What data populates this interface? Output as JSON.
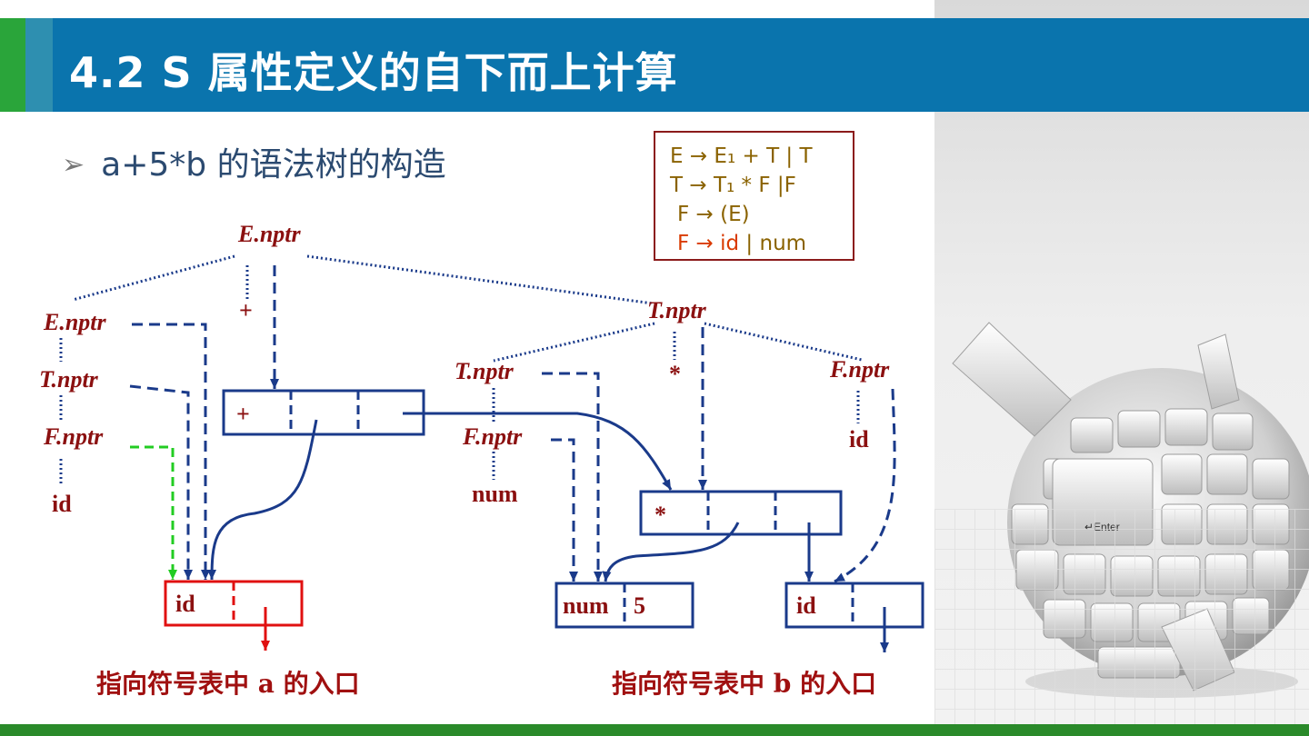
{
  "slide": {
    "title": "4.2 S 属性定义的自下而上计算",
    "bullet": "a+5*b 的语法树的构造"
  },
  "grammar": {
    "rule1": "E → E₁ + T | T",
    "rule2": "T → T₁ * F |F",
    "rule3": "F → (E)",
    "rule4_head": "F → id",
    "rule4_tail": " | num"
  },
  "tree": {
    "root_label": "E.nptr",
    "left_e": "E.nptr",
    "left_t": "T.nptr",
    "left_f": "F.nptr",
    "left_leaf": "id",
    "plus_symbol": "+",
    "right_t": "T.nptr",
    "inner_t": "T.nptr",
    "inner_f": "F.nptr",
    "inner_leaf": "num",
    "star_symbol": "*",
    "right_f": "F.nptr",
    "right_leaf": "id"
  },
  "nodes": {
    "plus_node": "+",
    "mult_node": "*",
    "id_a": "id",
    "num_label": "num",
    "num_value": "5",
    "id_b": "id"
  },
  "captions": {
    "left": "指向符号表中 a 的入口",
    "right": "指向符号表中 b 的入口"
  },
  "colors": {
    "title_bar": "#0a74ad",
    "tree_blue": "#1a3a8a",
    "label_red": "#8b1010",
    "id_node_red": "#e01010",
    "green_arrow": "#22cc22"
  }
}
